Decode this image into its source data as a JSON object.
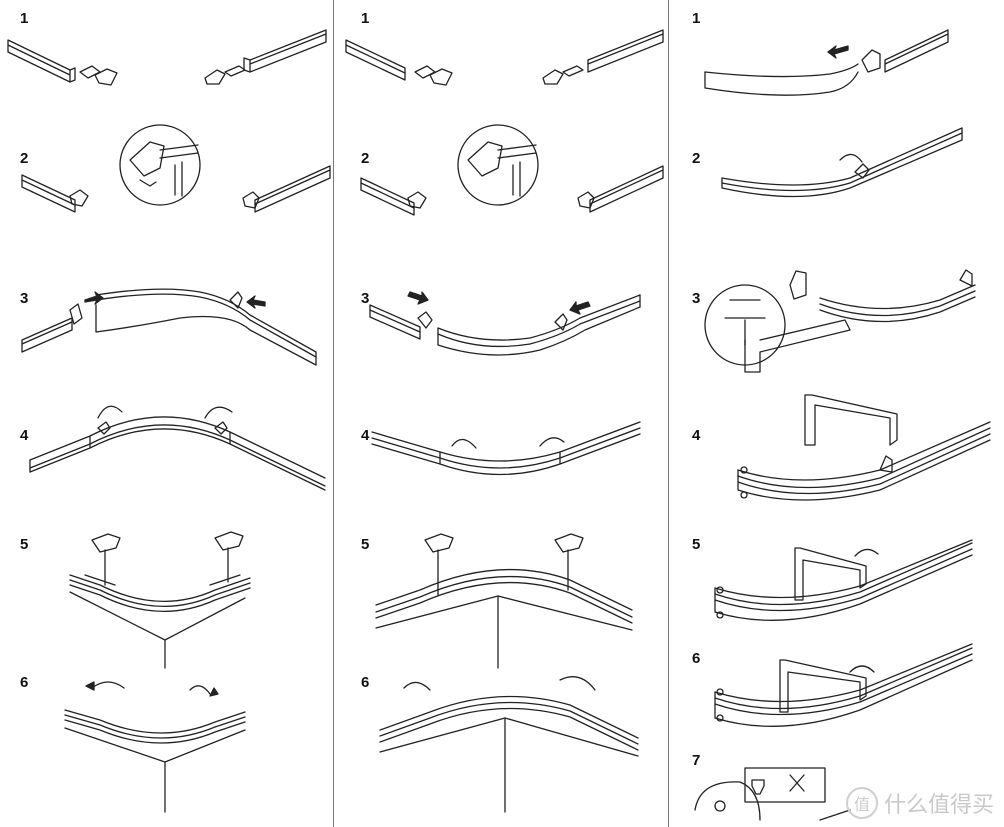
{
  "panels": [
    {
      "steps": [
        "1",
        "2",
        "3",
        "4",
        "5",
        "6"
      ]
    },
    {
      "steps": [
        "1",
        "2",
        "3",
        "4",
        "5",
        "6"
      ]
    },
    {
      "steps": [
        "1",
        "2",
        "3",
        "4",
        "5",
        "6",
        "7"
      ]
    }
  ],
  "watermark": {
    "text": "什么值得买",
    "logo": "值",
    "icon": "zhi-logo-icon"
  },
  "colors": {
    "line": "#222222",
    "divider": "#777777",
    "watermark": "#c9c9c9"
  }
}
